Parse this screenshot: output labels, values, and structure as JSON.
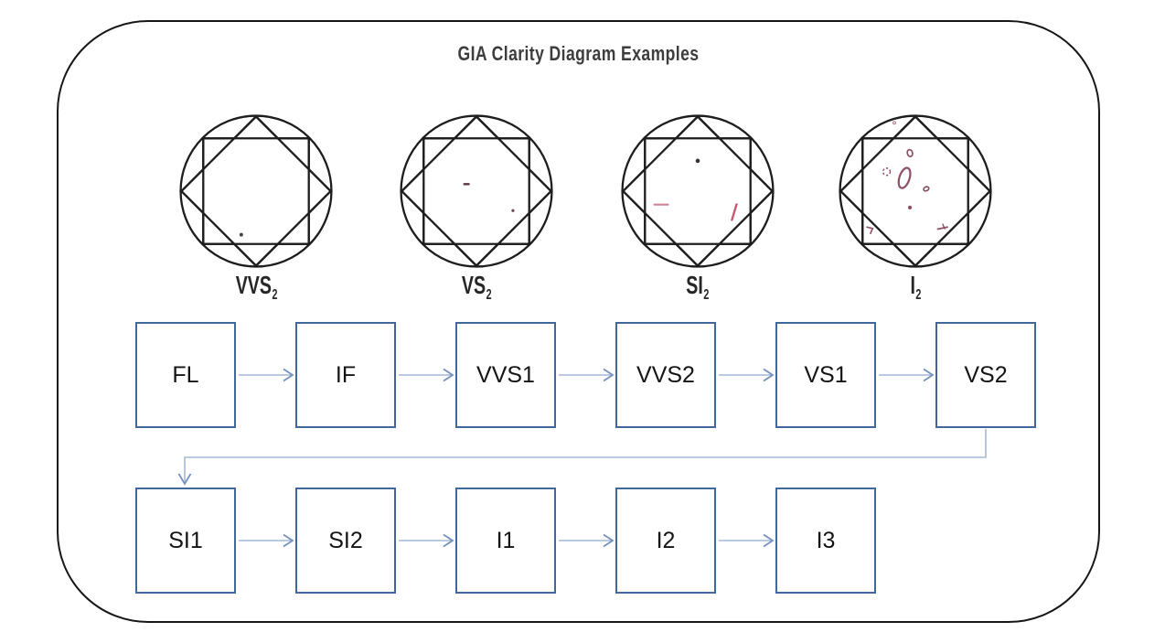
{
  "title": "GIA Clarity Diagram Examples",
  "diamonds": [
    {
      "label": "VVS",
      "sub": "2",
      "inclusion_type": "tiny-pinpoint"
    },
    {
      "label": "VS",
      "sub": "2",
      "inclusion_type": "small-crystal-and-pinpoint"
    },
    {
      "label": "SI",
      "sub": "2",
      "inclusion_type": "crystal-needle-and-feather"
    },
    {
      "label": "I",
      "sub": "2",
      "inclusion_type": "large-crystal-cluster"
    }
  ],
  "flow": {
    "row1": [
      "FL",
      "IF",
      "VVS1",
      "VVS2",
      "VS1",
      "VS2"
    ],
    "row2": [
      "SI1",
      "SI2",
      "I1",
      "I2",
      "I3"
    ]
  },
  "colors": {
    "outer_border": "#161616",
    "facet_ink": "#1d1d1d",
    "box_border": "#41679c",
    "arrow_line": "#a3b8d6",
    "arrow_head": "#7491bf",
    "title_ink": "#3d3d3d",
    "label_ink": "#262626",
    "inclusion_pink": "#c4607a",
    "inclusion_maroon": "#8d4f67",
    "inclusion_dark": "#43393d"
  }
}
